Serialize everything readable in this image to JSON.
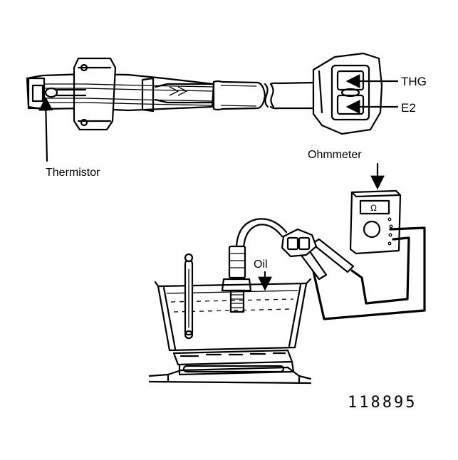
{
  "labels": {
    "thg": "THG",
    "e2": "E2",
    "thermistor": "Thermistor",
    "ohmmeter": "Ohmmeter",
    "oil": "Oil",
    "figure_number": "118895"
  },
  "meter_display": "Ω",
  "icons": {
    "sensor": "temperature-sensor-icon",
    "connector": "connector-icon",
    "ohmmeter": "ohmmeter-icon",
    "thermometer": "thermometer-icon",
    "burner": "burner-icon"
  }
}
